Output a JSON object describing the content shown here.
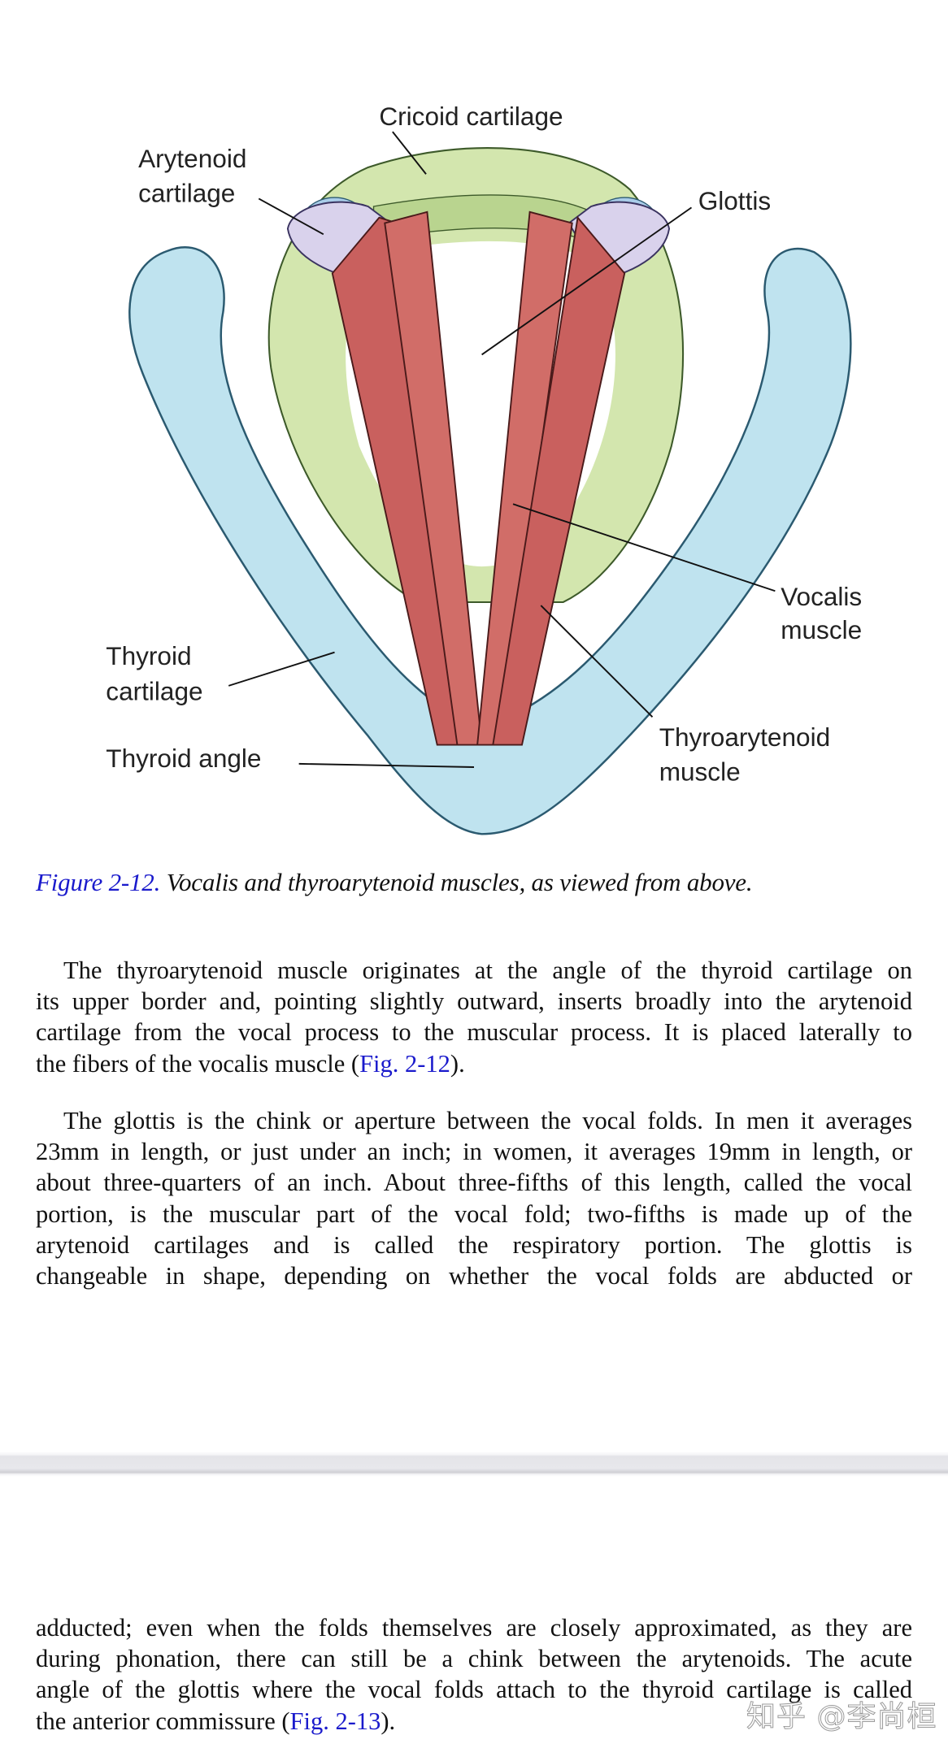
{
  "figure": {
    "labels": {
      "cricoid": "Cricoid cartilage",
      "arytenoid_1": "Arytenoid",
      "arytenoid_2": "cartilage",
      "glottis": "Glottis",
      "vocalis_1": "Vocalis",
      "vocalis_2": "muscle",
      "thyroid_cart_1": "Thyroid",
      "thyroid_cart_2": "cartilage",
      "thyroid_angle": "Thyroid angle",
      "thyroaryt_1": "Thyroarytenoid",
      "thyroaryt_2": "muscle"
    },
    "colors": {
      "thyroid": "#bfe3ef",
      "cricoid": "#d3e6ae",
      "muscle": "#c9605e",
      "arytenoid": "#d9d2ec",
      "blue_patch": "#a9cde9",
      "link": "#1a1acc"
    }
  },
  "caption": {
    "fig_ref": "Figure 2-12.",
    "text": " Vocalis and thyroarytenoid muscles, as viewed from above."
  },
  "paragraph1": {
    "lines": [
      "The thyroarytenoid muscle originates at the angle of the thyroid cartilage on",
      "its upper border and, pointing slightly outward, inserts broadly into the arytenoid",
      "cartilage from the vocal process to the muscular process. It is placed laterally to",
      "the fibers of the vocalis muscle ("
    ],
    "link": "Fig. 2-12",
    "end": ")."
  },
  "paragraph2": {
    "lines": [
      "The glottis is the chink or aperture between the vocal folds. In men it averages",
      "23mm in length, or just under an inch; in women, it averages 19mm in length, or",
      "about three-quarters of an inch. About three-fifths of this length, called the vocal",
      "portion, is the muscular part of the vocal fold; two-fifths is made up of the",
      "arytenoid cartilages and is called the respiratory portion. The glottis is",
      "changeable in shape, depending on whether the vocal folds are abducted or"
    ]
  },
  "paragraph3": {
    "lines": [
      "adducted; even when the folds themselves are closely approximated, as they are",
      "during phonation, there can still be a chink between the arytenoids. The acute",
      "angle of the glottis where the vocal folds attach to the thyroid cartilage is called",
      "the anterior commissure ("
    ],
    "link": "Fig. 2-13",
    "end": ")."
  },
  "watermark": "知乎 @李尚桓"
}
